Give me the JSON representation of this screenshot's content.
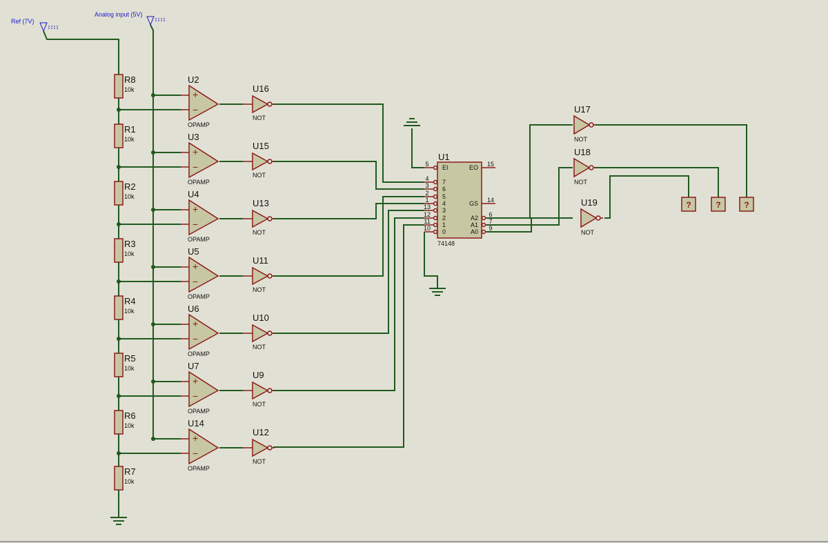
{
  "terminals": {
    "ref": "Ref (7V)",
    "analog": "Analog input (5V)"
  },
  "resistors": [
    {
      "ref": "R8",
      "value": "10k"
    },
    {
      "ref": "R1",
      "value": "10k"
    },
    {
      "ref": "R2",
      "value": "10k"
    },
    {
      "ref": "R3",
      "value": "10k"
    },
    {
      "ref": "R4",
      "value": "10k"
    },
    {
      "ref": "R5",
      "value": "10k"
    },
    {
      "ref": "R6",
      "value": "10k"
    },
    {
      "ref": "R7",
      "value": "10k"
    }
  ],
  "opamps": [
    {
      "ref": "U2",
      "type": "OPAMP"
    },
    {
      "ref": "U3",
      "type": "OPAMP"
    },
    {
      "ref": "U4",
      "type": "OPAMP"
    },
    {
      "ref": "U5",
      "type": "OPAMP"
    },
    {
      "ref": "U6",
      "type": "OPAMP"
    },
    {
      "ref": "U7",
      "type": "OPAMP"
    },
    {
      "ref": "U14",
      "type": "OPAMP"
    }
  ],
  "opamp_signs": {
    "plus": "+",
    "minus": "−"
  },
  "inverters_left": [
    {
      "ref": "U16",
      "type": "NOT"
    },
    {
      "ref": "U15",
      "type": "NOT"
    },
    {
      "ref": "U13",
      "type": "NOT"
    },
    {
      "ref": "U11",
      "type": "NOT"
    },
    {
      "ref": "U10",
      "type": "NOT"
    },
    {
      "ref": "U9",
      "type": "NOT"
    },
    {
      "ref": "U12",
      "type": "NOT"
    }
  ],
  "encoder": {
    "ref": "U1",
    "part": "74148",
    "left_pins": [
      {
        "num": "5",
        "label": "EI"
      },
      {
        "num": "4",
        "label": "7"
      },
      {
        "num": "3",
        "label": "6"
      },
      {
        "num": "2",
        "label": "5"
      },
      {
        "num": "1",
        "label": "4"
      },
      {
        "num": "13",
        "label": "3"
      },
      {
        "num": "12",
        "label": "2"
      },
      {
        "num": "11",
        "label": "1"
      },
      {
        "num": "10",
        "label": "0"
      }
    ],
    "right_pins": [
      {
        "num": "15",
        "label": "EO"
      },
      {
        "num": "14",
        "label": "GS"
      },
      {
        "num": "6",
        "label": "A2"
      },
      {
        "num": "7",
        "label": "A1"
      },
      {
        "num": "9",
        "label": "A0"
      }
    ]
  },
  "inverters_right": [
    {
      "ref": "U17",
      "type": "NOT"
    },
    {
      "ref": "U18",
      "type": "NOT"
    },
    {
      "ref": "U19",
      "type": "NOT"
    }
  ],
  "probes": [
    "?",
    "?",
    "?"
  ]
}
